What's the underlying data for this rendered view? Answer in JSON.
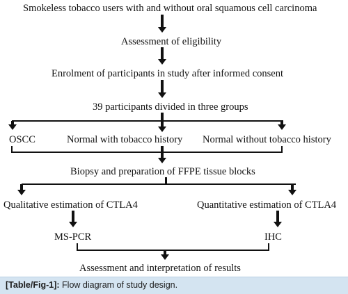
{
  "diagram": {
    "nodes": {
      "tobacco_users": "Smokeless tobacco users with and without oral squamous cell carcinoma",
      "eligibility": "Assessment of eligibility",
      "enrolment": "Enrolment of participants in study after informed consent",
      "groups": "39 participants divided in three groups",
      "oscc": "OSCC",
      "normal_with_tobacco": "Normal with tobacco history",
      "normal_without_tobacco": "Normal without tobacco history",
      "biopsy": "Biopsy and preparation of FFPE tissue blocks",
      "qualitative": "Qualitative estimation of CTLA4",
      "quantitative": "Quantitative estimation of CTLA4",
      "ms_pcr": "MS-PCR",
      "ihc": "IHC",
      "assessment": "Assessment and interpretation of results"
    }
  },
  "caption": {
    "label": "[Table/Fig-1]:",
    "text": "Flow diagram of study design."
  }
}
